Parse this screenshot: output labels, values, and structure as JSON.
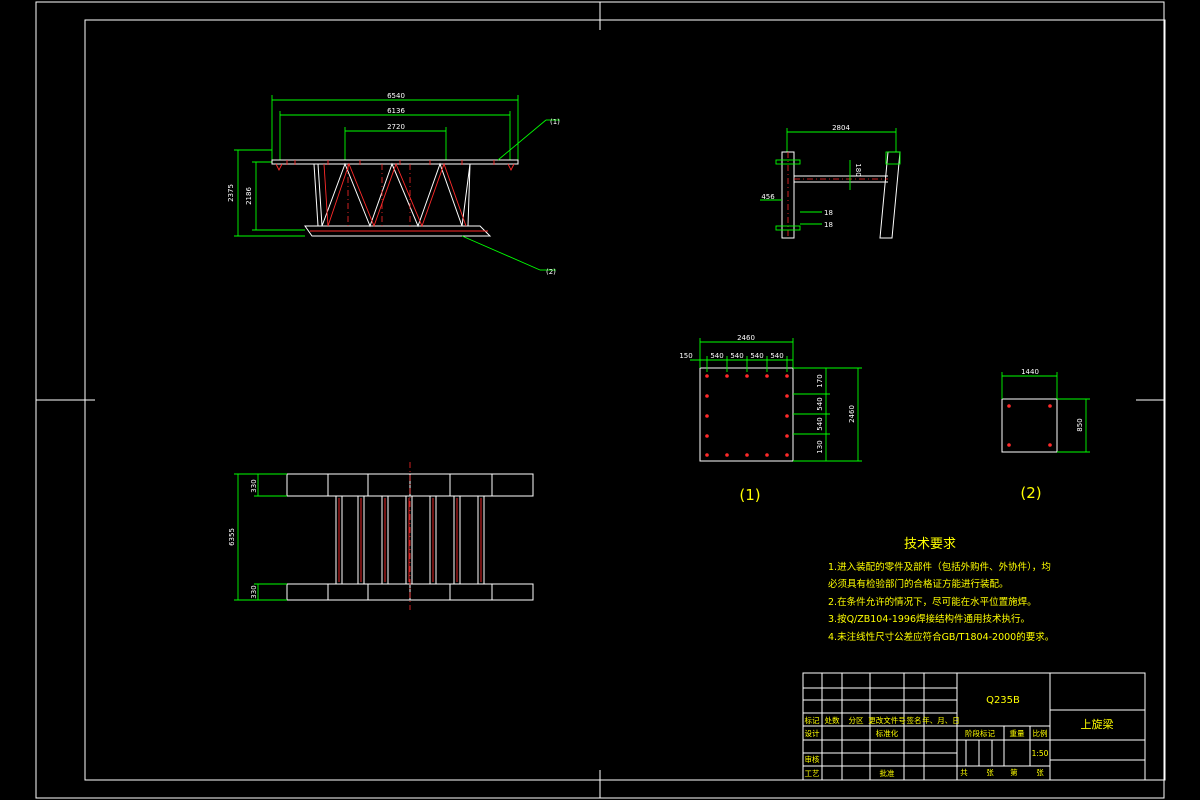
{
  "front_view": {
    "dims": {
      "overall": "6540",
      "inner": "6136",
      "middle": "2720",
      "height_outer": "2375",
      "height_inner": "2186"
    },
    "callouts": {
      "top": "(1)",
      "bottom": "(2)"
    }
  },
  "side_view": {
    "dims": {
      "width": "2804",
      "post": "180",
      "left": "456",
      "label_a": "18",
      "label_b": "18"
    }
  },
  "plan_view": {
    "dims": {
      "top": "330",
      "overall": "6355",
      "bottom": "330"
    }
  },
  "detail1": {
    "label": "(1)",
    "dims": {
      "width": "2460",
      "left": "150",
      "s1": "540",
      "s2": "540",
      "s3": "540",
      "s4": "540",
      "height": "2460",
      "r1": "170",
      "r2": "540",
      "r3": "540",
      "r4": "130"
    }
  },
  "detail2": {
    "label": "(2)",
    "dims": {
      "width": "1440",
      "height": "850"
    }
  },
  "tech_req": {
    "title": "技术要求",
    "items": [
      "1.进入装配的零件及部件（包括外购件、外协件），均",
      "  必须具有检验部门的合格证方能进行装配。",
      "2.在条件允许的情况下，尽可能在水平位置施焊。",
      "3.按Q/ZB104-1996焊接结构件通用技术执行。",
      "4.未注线性尺寸公差应符合GB/T1804-2000的要求。"
    ]
  },
  "title_block": {
    "material": "Q235B",
    "part_name": "上旋梁",
    "header_labels": [
      "标记",
      "处数",
      "分区",
      "更改文件号",
      "签名",
      "年、月、日"
    ],
    "row_labels": {
      "design": "设计",
      "standard": "标准化",
      "review": "审核",
      "process": "工艺",
      "approve": "批准"
    },
    "stage_mark": "阶段标记",
    "weight": "重量",
    "ratio_label": "比例",
    "ratio": "1:50",
    "sheet_total": "共",
    "sheet_label": "张",
    "sheet_no": "第",
    "sheet_end": "张"
  }
}
